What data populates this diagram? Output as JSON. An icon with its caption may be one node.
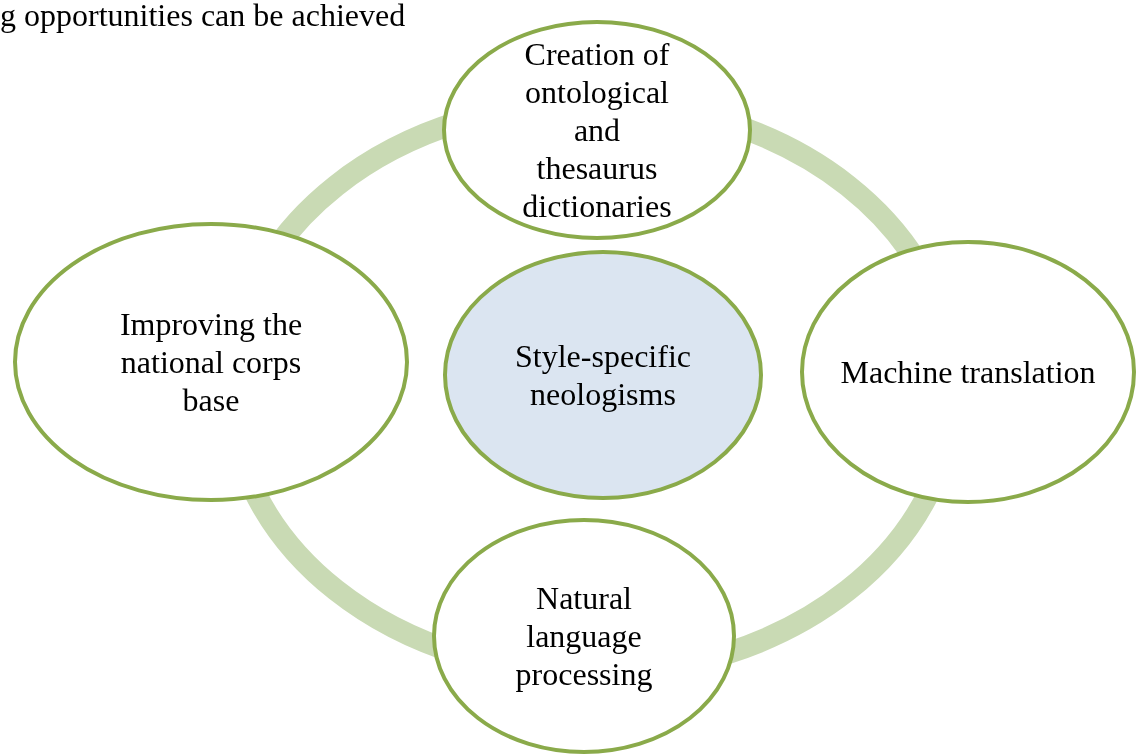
{
  "diagram": {
    "nodes": [
      {
        "text": [
          "Creation of ontological and thesaurus dictionaries"
        ]
      },
      {
        "text": [
          "Improving the national corps base"
        ]
      },
      {
        "text": [
          "Style-specific neologisms"
        ]
      },
      {
        "text": [
          "Machine translation"
        ]
      },
      {
        "text": [
          "Natural language processing"
        ]
      }
    ],
    "labels": [
      "g opportunities can be achieved"
    ]
  }
}
